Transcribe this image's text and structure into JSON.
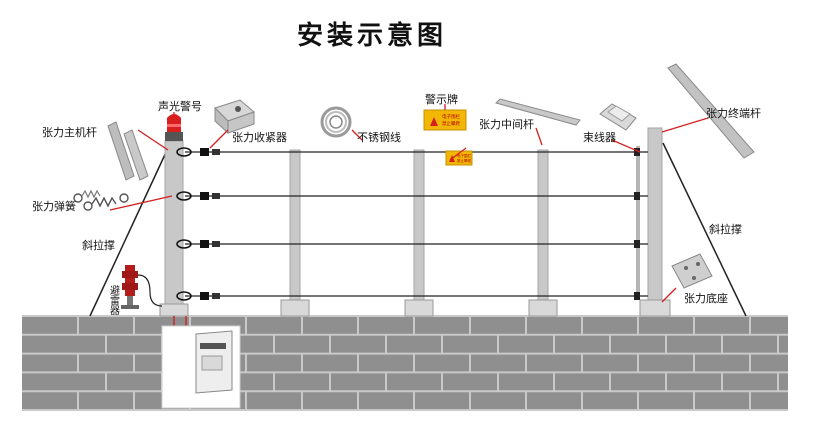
{
  "title": "安装示意图",
  "labels": {
    "tension_main_pole": "张力主机杆",
    "strobe_alarm": "声光警号",
    "tension_receiver": "张力收紧器",
    "stainless_wire": "不锈钢线",
    "warning_sign": "警示牌",
    "tension_middle_pole": "张力中间杆",
    "wire_bundler": "束线器",
    "tension_end_pole": "张力终端杆",
    "tension_spring": "张力弹簧",
    "diagonal_brace_left": "斜拉撑",
    "diagonal_brace_right": "斜拉撑",
    "lightning_arrester": "避雷器",
    "tension_base": "张力底座"
  },
  "sign_texts": {
    "line1": "电子围栏",
    "line2": "禁止攀爬"
  },
  "colors": {
    "wall": "#8f8f8f",
    "mortar": "#c9c9c9",
    "pole": "#c8c8c8",
    "wire": "#222222",
    "leader": "#d42020",
    "sign": "#f2b705",
    "alarm": "#d81e1e"
  }
}
